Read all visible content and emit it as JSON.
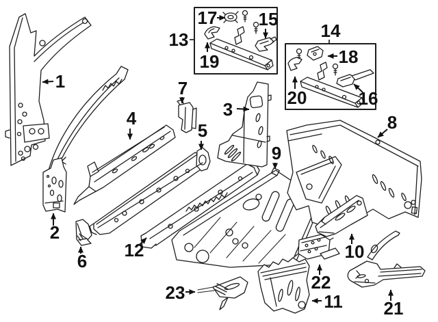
{
  "diagram": {
    "background_color": "#ffffff",
    "line_color": "#1c1c1c",
    "callout_color": "#111111",
    "callouts": [
      {
        "label": "1"
      },
      {
        "label": "2"
      },
      {
        "label": "3"
      },
      {
        "label": "4"
      },
      {
        "label": "5"
      },
      {
        "label": "6"
      },
      {
        "label": "7"
      },
      {
        "label": "8"
      },
      {
        "label": "9"
      },
      {
        "label": "10"
      },
      {
        "label": "11"
      },
      {
        "label": "12"
      },
      {
        "label": "13"
      },
      {
        "label": "14"
      },
      {
        "label": "15"
      },
      {
        "label": "16"
      },
      {
        "label": "17"
      },
      {
        "label": "18"
      },
      {
        "label": "19"
      },
      {
        "label": "20"
      },
      {
        "label": "21"
      },
      {
        "label": "22"
      },
      {
        "label": "23"
      }
    ]
  }
}
